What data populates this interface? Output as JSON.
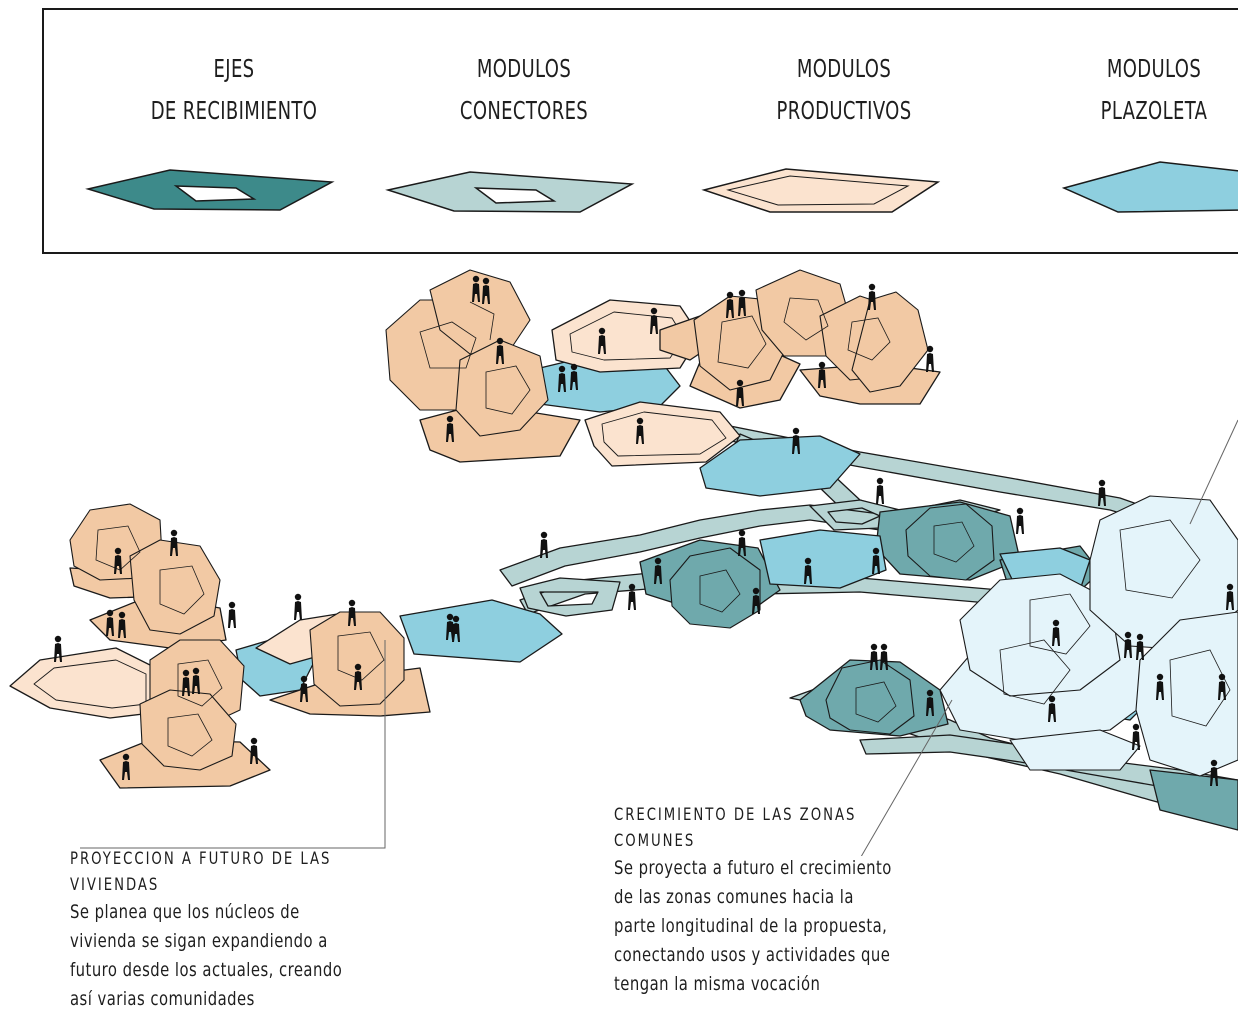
{
  "legend": {
    "items": [
      {
        "title_line1": "EJES",
        "title_line2": "DE RECIBIMIENTO",
        "fill": "#3d8a8a",
        "stroke": "#1a1a1a"
      },
      {
        "title_line1": "MODULOS",
        "title_line2": "CONECTORES",
        "fill": "#b7d4d3",
        "stroke": "#1a1a1a"
      },
      {
        "title_line1": "MODULOS",
        "title_line2": "PRODUCTIVOS",
        "fill": "#fbe3cf",
        "stroke": "#1a1a1a"
      },
      {
        "title_line1": "MODULOS",
        "title_line2": "PLAZOLETA",
        "fill": "#8ecfdf",
        "stroke": "#1a1a1a"
      }
    ]
  },
  "colors": {
    "housing_module": "#f2c9a4",
    "common_zone_growth": "#e4f4fa",
    "axis_platform": "#6fa9ac"
  },
  "annotations": {
    "housing": {
      "title_line1": "PROYECCION A FUTURO DE LAS",
      "title_line2": "VIVIENDAS",
      "body": [
        "Se planea que los núcleos de",
        "vivienda se sigan expandiendo a",
        "futuro desde los actuales, creando",
        "así varias comunidades"
      ]
    },
    "common": {
      "title_line1": "CRECIMIENTO DE LAS ZONAS",
      "title_line2": "COMUNES",
      "body": [
        "Se proyecta a futuro el crecimiento",
        "de las zonas comunes hacia la",
        "parte longitudinal de la propuesta,",
        "conectando usos y actividades que",
        "tengan la misma vocación"
      ]
    }
  }
}
